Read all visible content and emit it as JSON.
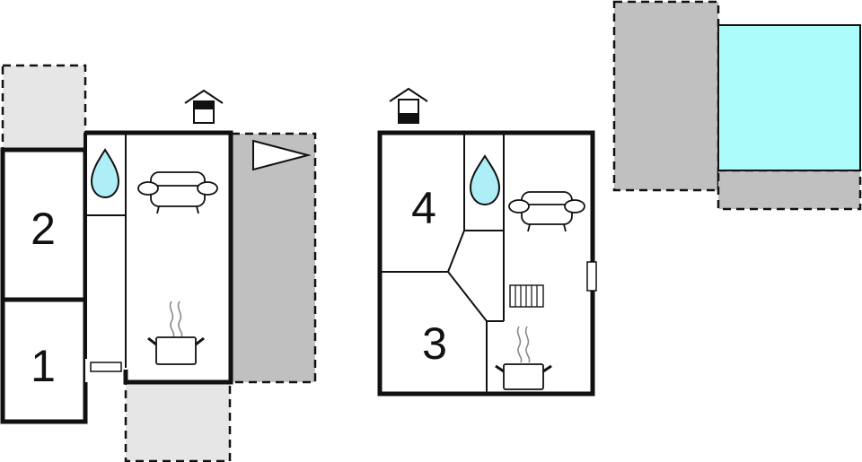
{
  "diagram": {
    "type": "floor-plan",
    "colors": {
      "wall": "#111111",
      "terrace_light": "#e6e6e6",
      "terrace_dark": "#c0c0c0",
      "pool": "#adfcfc",
      "water_drop": "#aeeef6"
    },
    "floor_ground": {
      "rooms": [
        {
          "label": "2"
        },
        {
          "label": "1"
        }
      ],
      "icons": [
        "entrance-icon",
        "bathroom-drop-icon",
        "sofa-icon",
        "kitchen-pot-icon",
        "window-icon",
        "direction-arrow-icon"
      ]
    },
    "floor_upper": {
      "rooms": [
        {
          "label": "4"
        },
        {
          "label": "3"
        }
      ],
      "icons": [
        "entrance-icon",
        "bathroom-drop-icon",
        "sofa-icon",
        "stairs-icon",
        "kitchen-pot-icon",
        "window-icon"
      ]
    },
    "outdoor": {
      "items": [
        "pool",
        "terrace"
      ]
    }
  }
}
